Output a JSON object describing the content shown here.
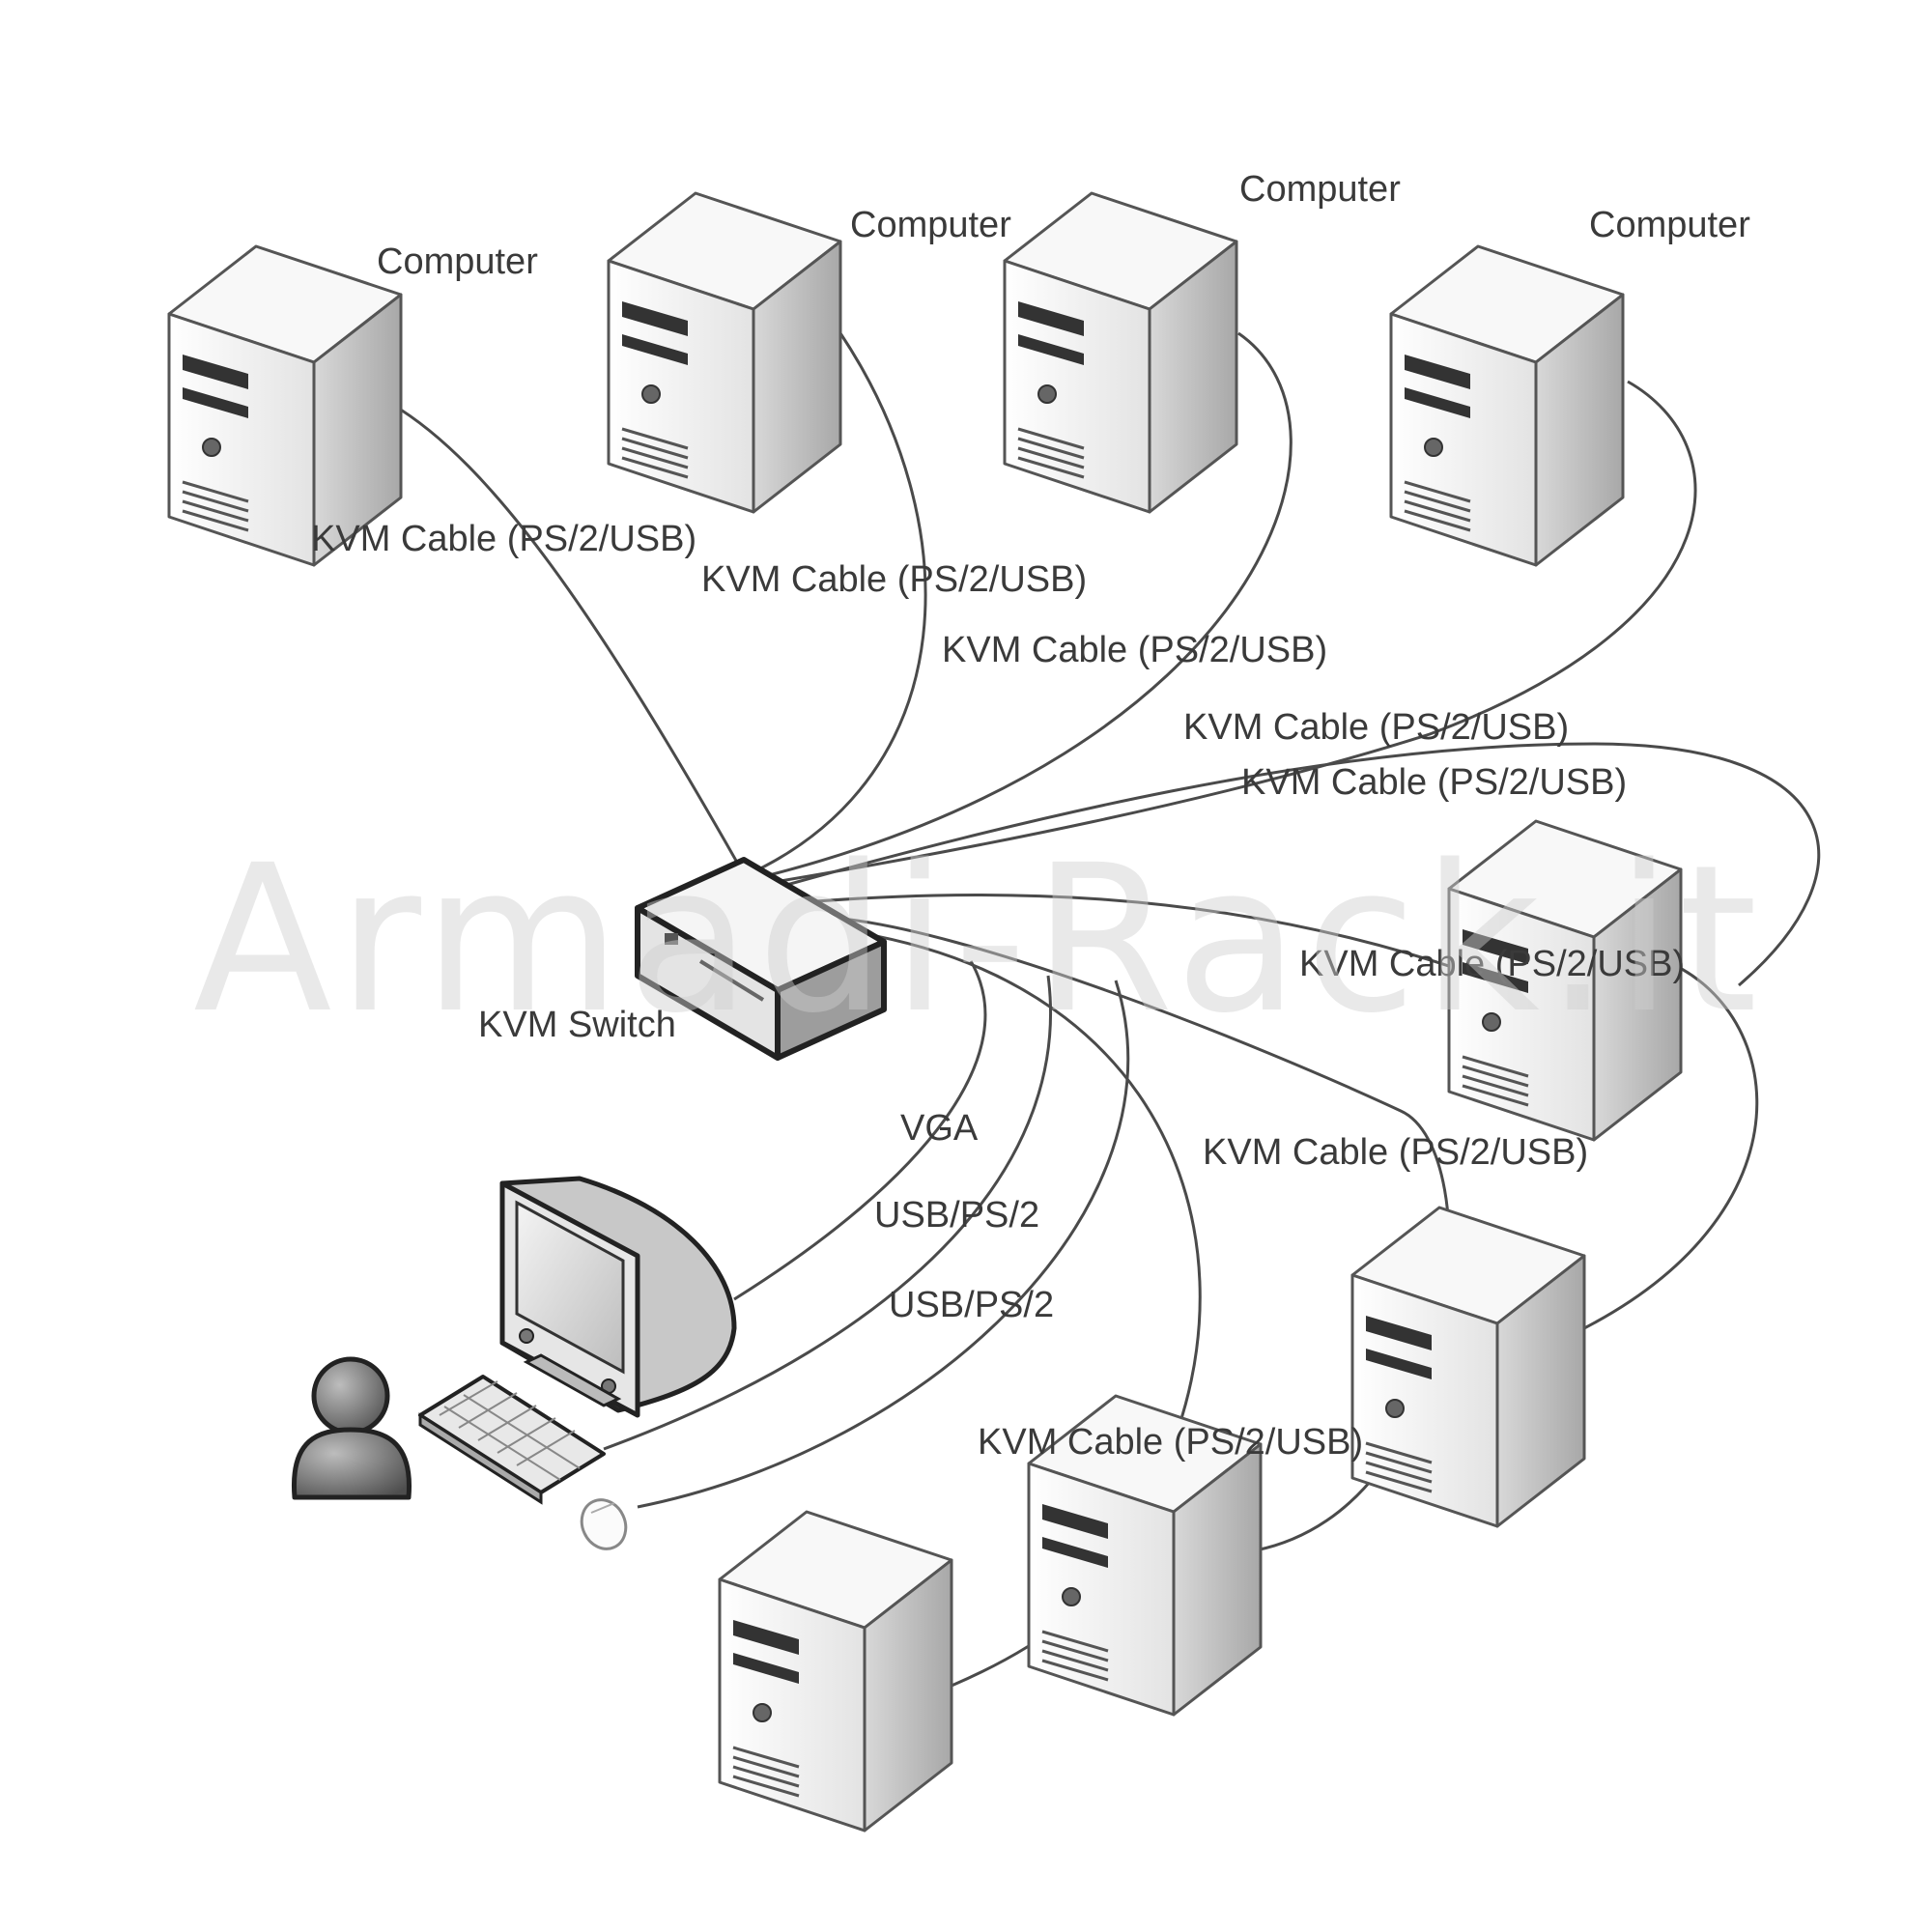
{
  "labels": {
    "computer": "Computer",
    "kvm_cable": "KVM Cable (PS/2/USB)",
    "kvm_switch": "KVM Switch",
    "vga": "VGA",
    "usb_ps2": "USB/PS/2"
  },
  "watermark": "Armadi-Rack.it"
}
